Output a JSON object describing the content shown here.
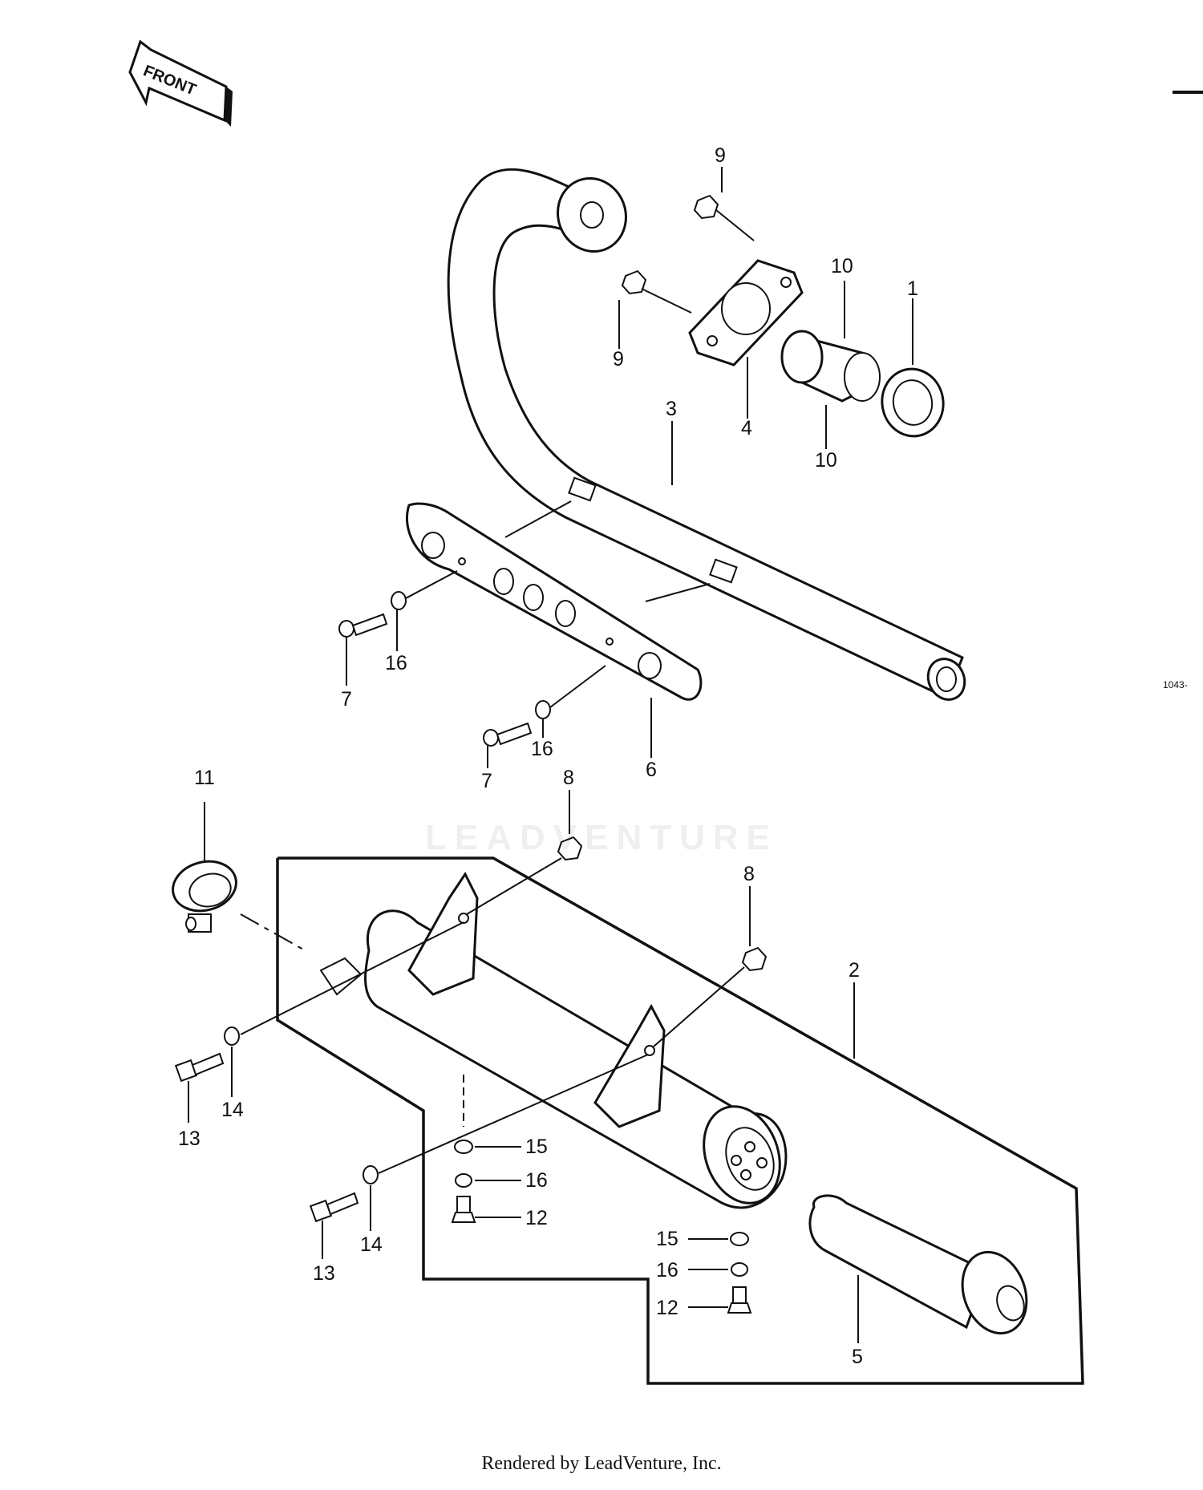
{
  "front_arrow": {
    "label": "FRONT"
  },
  "figure_code": "1043-",
  "watermark": "LEADVENTURE",
  "credit": "Rendered by LeadVenture, Inc.",
  "callouts": [
    {
      "id": "c9a",
      "label": "9"
    },
    {
      "id": "c9b",
      "label": "9"
    },
    {
      "id": "c10a",
      "label": "10"
    },
    {
      "id": "c10b",
      "label": "10"
    },
    {
      "id": "c1",
      "label": "1"
    },
    {
      "id": "c4",
      "label": "4"
    },
    {
      "id": "c3",
      "label": "3"
    },
    {
      "id": "c16a",
      "label": "16"
    },
    {
      "id": "c7a",
      "label": "7"
    },
    {
      "id": "c16b",
      "label": "16"
    },
    {
      "id": "c7b",
      "label": "7"
    },
    {
      "id": "c6",
      "label": "6"
    },
    {
      "id": "c8a",
      "label": "8"
    },
    {
      "id": "c11",
      "label": "11"
    },
    {
      "id": "c8b",
      "label": "8"
    },
    {
      "id": "c2",
      "label": "2"
    },
    {
      "id": "c14a",
      "label": "14"
    },
    {
      "id": "c13a",
      "label": "13"
    },
    {
      "id": "c15a",
      "label": "15"
    },
    {
      "id": "c16c",
      "label": "16"
    },
    {
      "id": "c12a",
      "label": "12"
    },
    {
      "id": "c14b",
      "label": "14"
    },
    {
      "id": "c13b",
      "label": "13"
    },
    {
      "id": "c15b",
      "label": "15"
    },
    {
      "id": "c16d",
      "label": "16"
    },
    {
      "id": "c12b",
      "label": "12"
    },
    {
      "id": "c5",
      "label": "5"
    }
  ]
}
